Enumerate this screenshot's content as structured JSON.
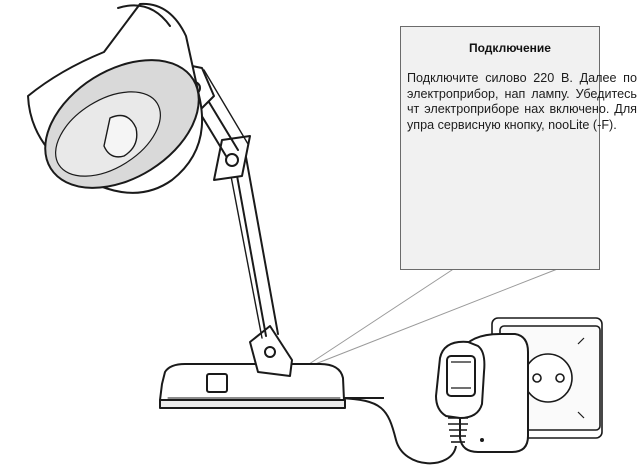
{
  "callout": {
    "title": "Подключение",
    "body": "Подключите силово 220 В. Далее по электроприбор, нап лампу. Убедитесь чт электроприборе нах включено. Для упра сервисную кнопку, nooLite (-F)."
  },
  "colors": {
    "stroke": "#1a1a1a",
    "callout_bg": "#f1f1f1",
    "callout_border": "#6b6b6b",
    "lamp_interior": "#d9d9d9",
    "base_fill": "#ececec"
  },
  "icons": [
    "desk-lamp-illustration",
    "smart-plug-adapter-icon",
    "wall-socket-icon",
    "power-cable-icon"
  ]
}
